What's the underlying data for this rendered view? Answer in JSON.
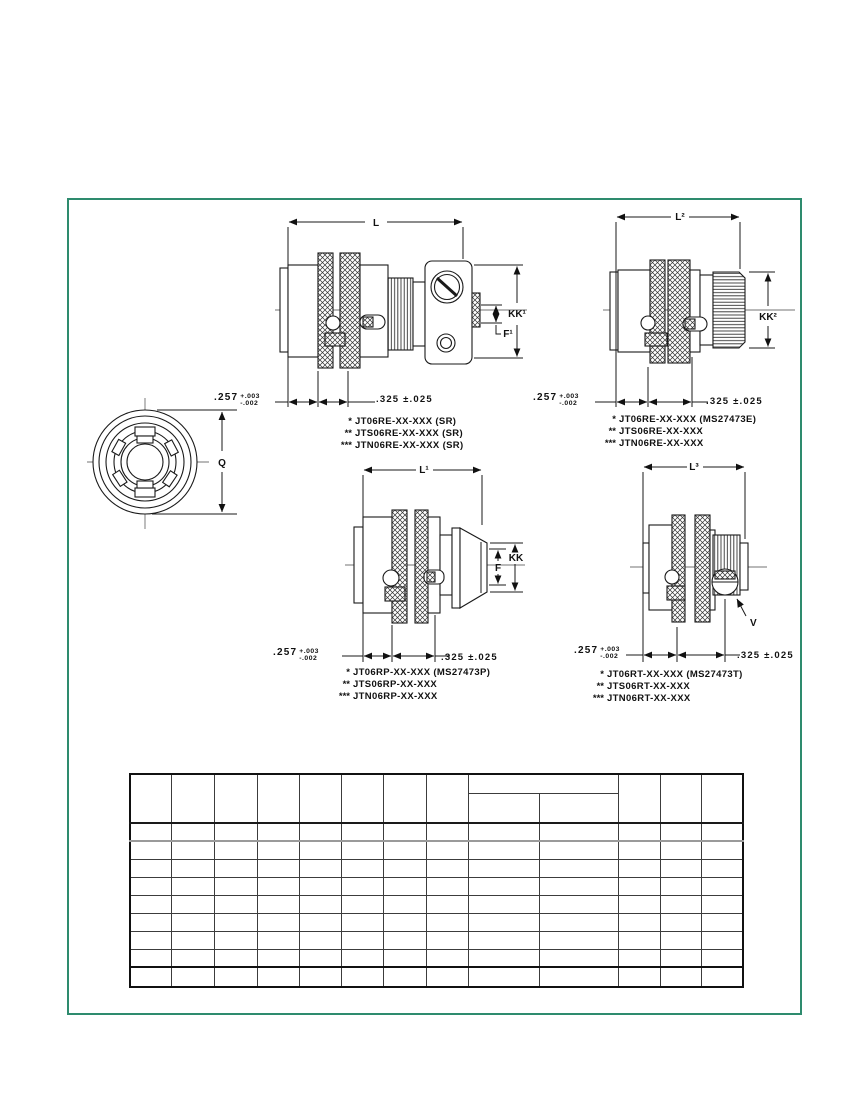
{
  "page": {
    "ink_color": "#1a1a1a",
    "frame_color": "#2e8b6e",
    "background": "#ffffff"
  },
  "dims": {
    "L": "L",
    "L1": "L¹",
    "L2": "L²",
    "L3": "L³",
    "KK": "KK",
    "KK1": "KK¹",
    "KK2": "KK²",
    "F": "F",
    "F1": "F¹",
    "Q": "Q",
    "V": "V",
    "tol257_main": ".257",
    "tol257_plus": "+.003",
    "tol257_minus": "-.002",
    "tol325": ".325 ±.025"
  },
  "connectors": {
    "sr": {
      "parts": [
        {
          "star": "*",
          "text": "JT06RE-XX-XXX (SR)"
        },
        {
          "star": "**",
          "text": "JTS06RE-XX-XXX (SR)"
        },
        {
          "star": "***",
          "text": "JTN06RE-XX-XXX (SR)"
        }
      ]
    },
    "e": {
      "parts": [
        {
          "star": "*",
          "text": "JT06RE-XX-XXX (MS27473E)"
        },
        {
          "star": "**",
          "text": "JTS06RE-XX-XXX"
        },
        {
          "star": "***",
          "text": "JTN06RE-XX-XXX"
        }
      ]
    },
    "p": {
      "parts": [
        {
          "star": "*",
          "text": "JT06RP-XX-XXX (MS27473P)"
        },
        {
          "star": "**",
          "text": "JTS06RP-XX-XXX"
        },
        {
          "star": "***",
          "text": "JTN06RP-XX-XXX"
        }
      ]
    },
    "t": {
      "parts": [
        {
          "star": "*",
          "text": "JT06RT-XX-XXX (MS27473T)"
        },
        {
          "star": "**",
          "text": "JTS06RT-XX-XXX"
        },
        {
          "star": "***",
          "text": "JTN06RT-XX-XXX"
        }
      ]
    }
  },
  "table": {
    "columns": 13,
    "body_rows": 9,
    "merged_header_columns": [
      9,
      10
    ],
    "cells": "empty"
  }
}
